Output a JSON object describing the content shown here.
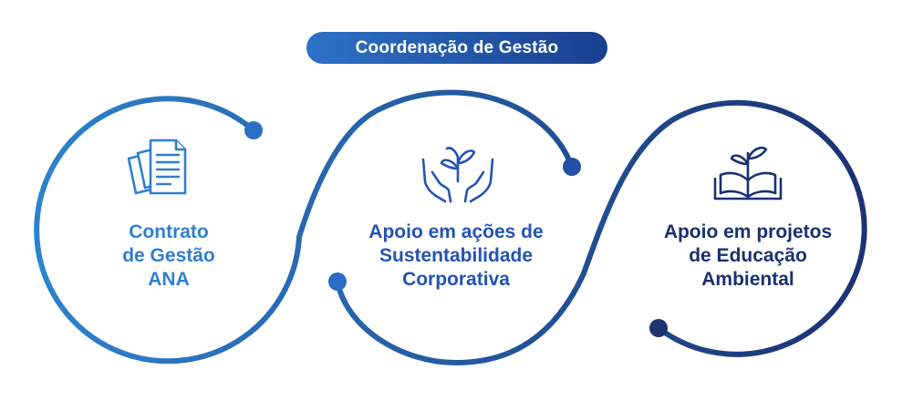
{
  "header": {
    "title": "Coordenação de Gestão"
  },
  "steps": [
    {
      "label": "Contrato\nde Gestão\nANA",
      "icon": "documents-icon",
      "color": "#2f7fcf"
    },
    {
      "label": "Apoio em ações de\nSustentabilidade\nCorporativa",
      "icon": "hands-sprout-icon",
      "color": "#2354b3"
    },
    {
      "label": "Apoio em projetos\nde Educação\nAmbiental",
      "icon": "book-sprout-icon",
      "color": "#1a3170"
    }
  ],
  "colors": {
    "gradient_start": "#2e86d3",
    "gradient_end": "#1a2d6e",
    "header_start": "#2d72c6",
    "header_end": "#1a3f8f"
  }
}
